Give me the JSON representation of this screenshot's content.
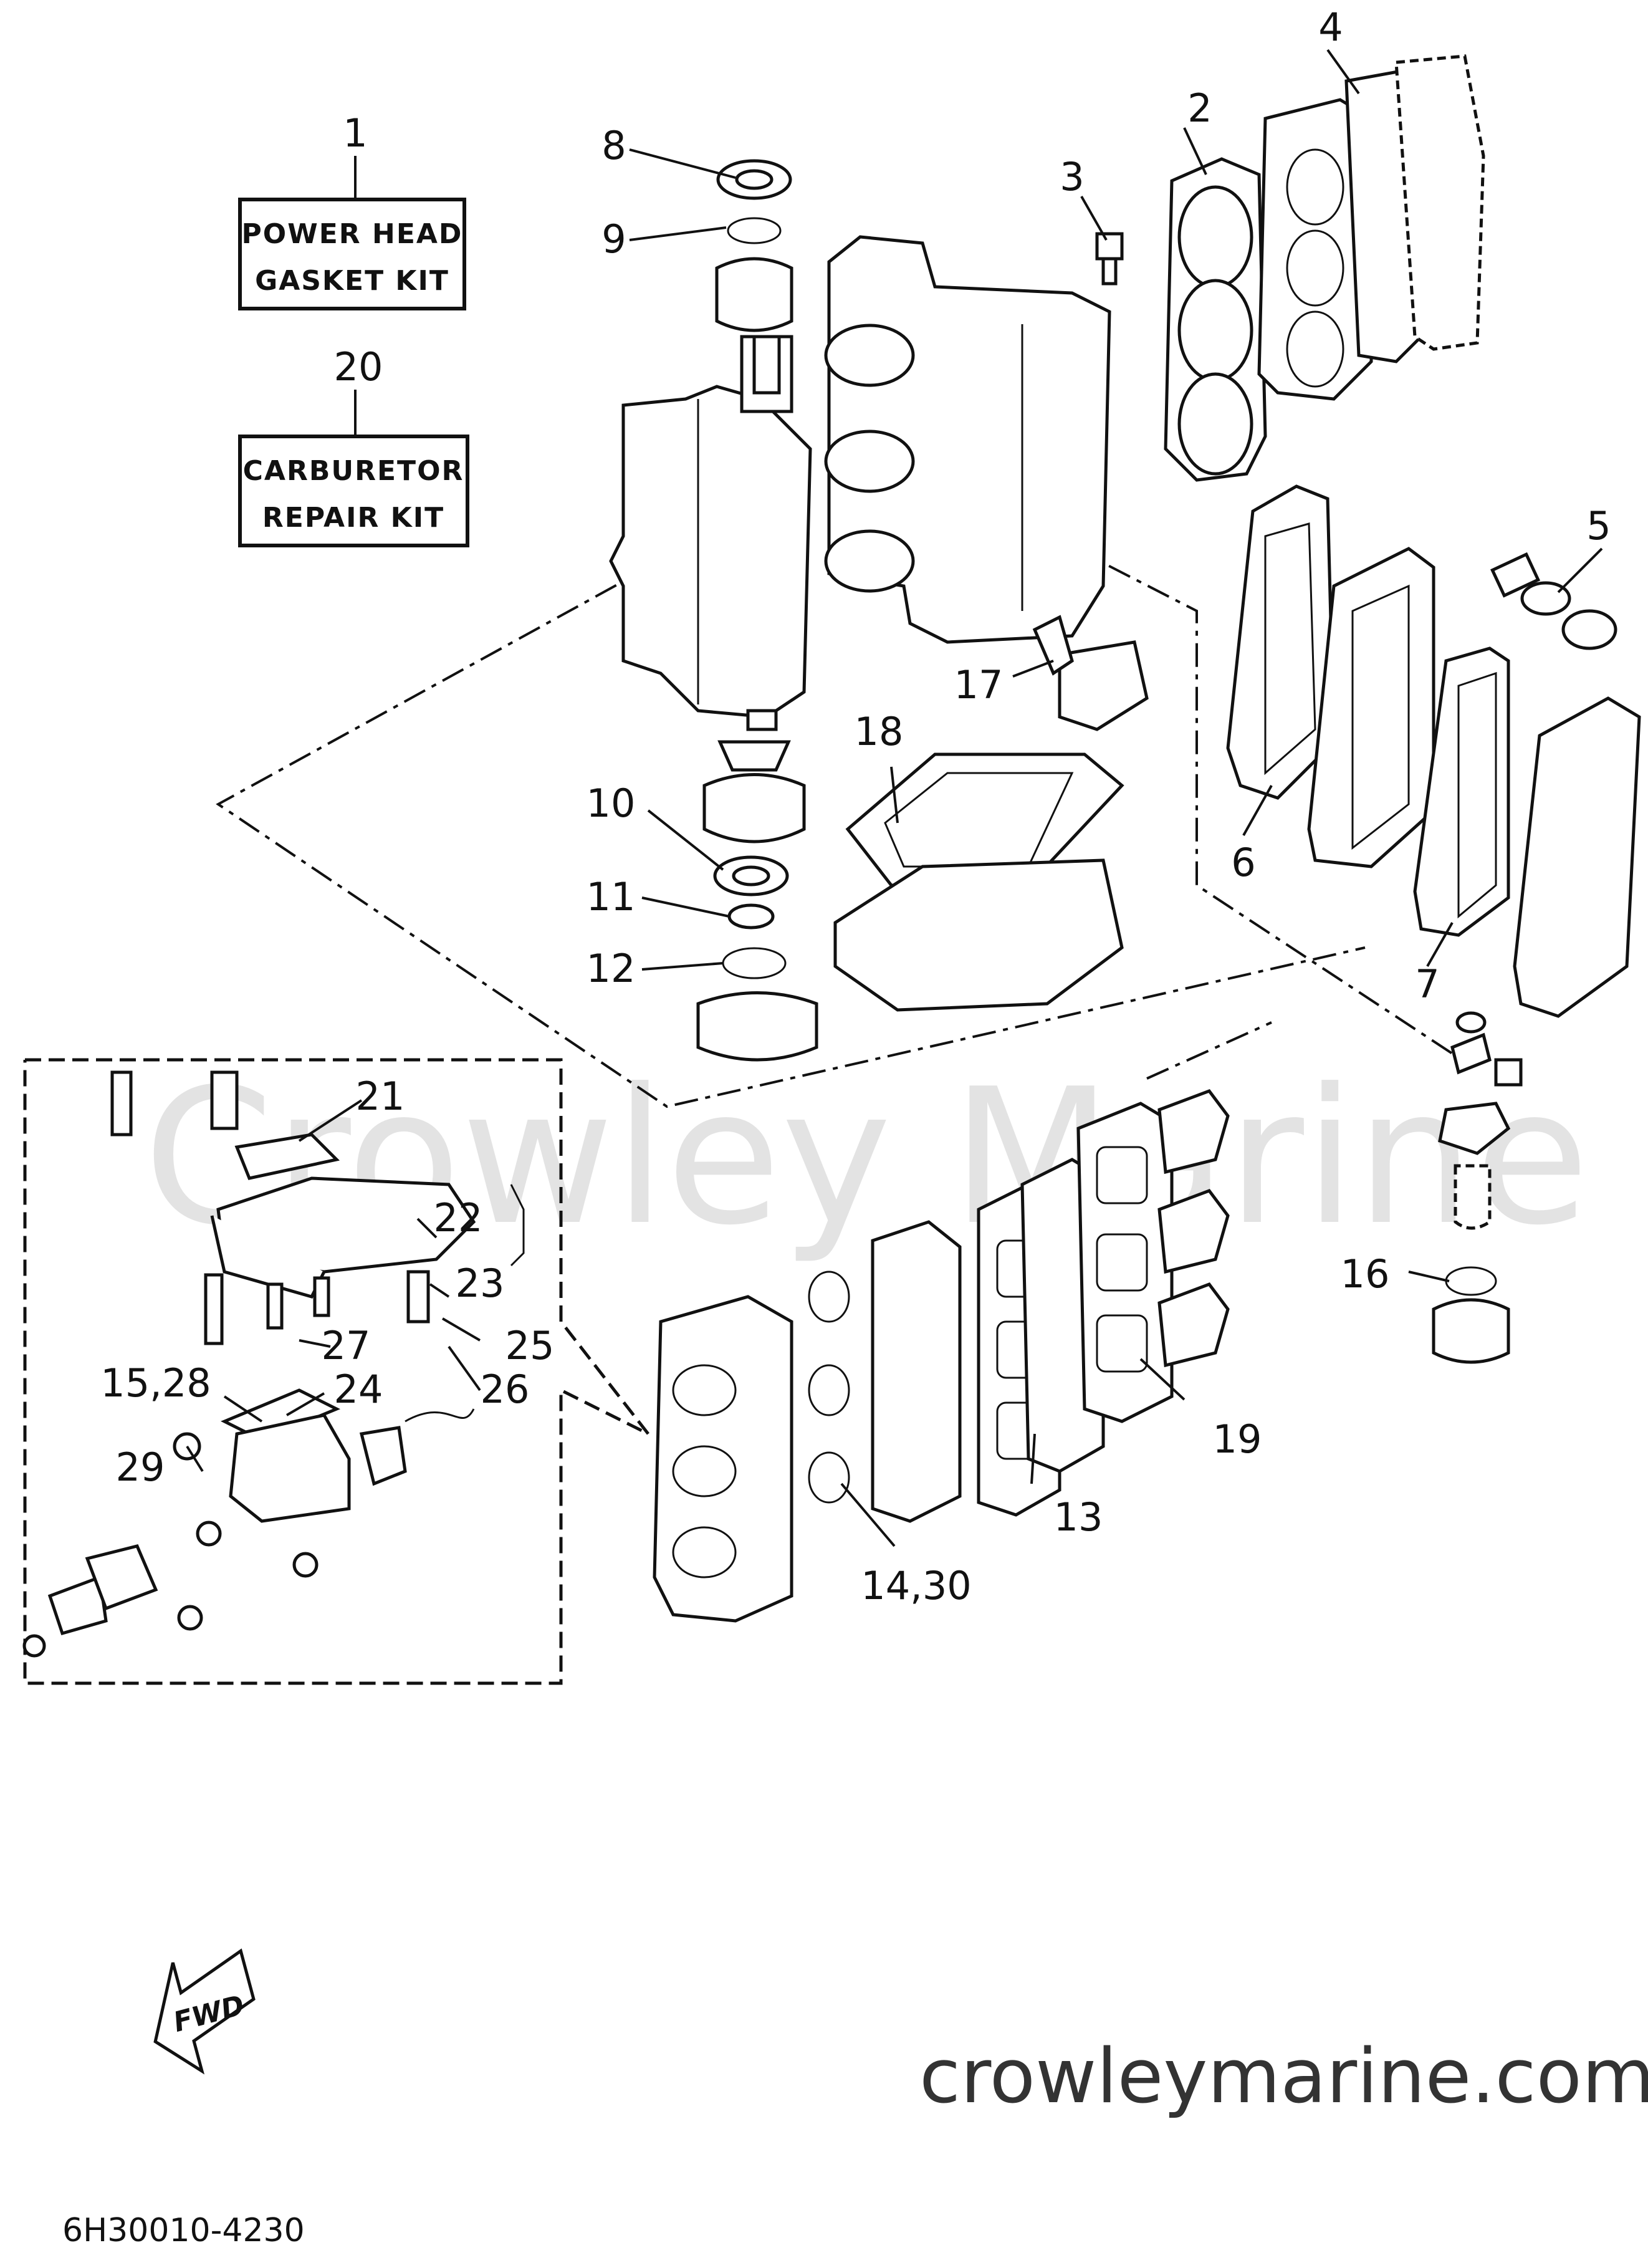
{
  "kits": [
    {
      "number": "1",
      "line1": "POWER HEAD",
      "line2": "GASKET KIT"
    },
    {
      "number": "20",
      "line1": "CARBURETOR",
      "line2": "REPAIR KIT"
    }
  ],
  "callouts": [
    "2",
    "3",
    "4",
    "5",
    "6",
    "7",
    "8",
    "9",
    "10",
    "11",
    "12",
    "13",
    "14,30",
    "15,28",
    "16",
    "17",
    "18",
    "19",
    "21",
    "22",
    "23",
    "24",
    "25",
    "26",
    "27",
    "29"
  ],
  "direction_label": "FWD",
  "watermark": "Crowley Marine",
  "website": "crowleymarine.com",
  "diagram_code": "6H30010-4230"
}
